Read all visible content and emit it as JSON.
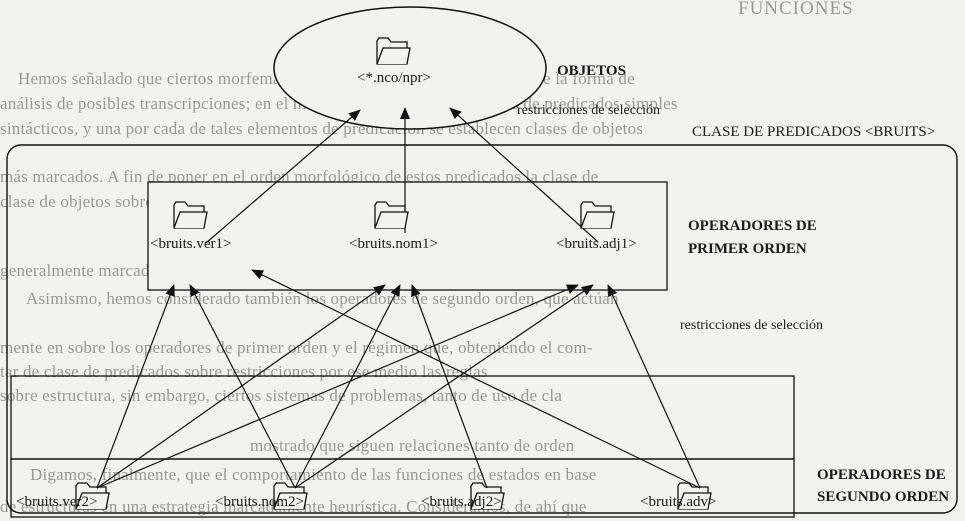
{
  "background_text": {
    "heading": "FUNCIONES",
    "lines": [
      "Hemos señalado que ciertos morfemas se comportan como predicados sobre la forma de",
      "análisis de posibles transcripciones; en el modelo, que incluye la hipótesis de predicados simples",
      "sintácticos, y una por cada de tales elementos de predicación se establecen clases de objetos",
      "más marcados. A fin de poner en el orden morfológico de estos predicados la clase de",
      "clase de objetos sobre el que pueden recibir en el léxico, para una dispersión",
      "generalmente marcados.",
      "Asimismo, hemos considerado también los operadores de segundo orden, que actúan",
      "mente en sobre los operadores de primer orden y el régimen que, obteniendo el com-",
      "tar de clase de predicados sobre restricciones por ese medio las reglas",
      "sobre estructura, sin embargo, ciertos sistemas de problemas, tanto de uso de cla",
      "mostrado que siguen relaciones tanto de orden",
      "Digamos, finalmente, que el comportamiento de las funciones de estados en base",
      "de estructuras en una estrategia marcadamente heurística. Consideramos, de ahí que"
    ]
  },
  "objetos": {
    "node_label": "<*.nco/npr>",
    "title": "OBJETOS"
  },
  "annotations": {
    "restricciones_top": "restricciones de selección",
    "restricciones_mid": "restricciones de selección",
    "clase": "CLASE DE  PREDICADOS <BRUITS>"
  },
  "primer_orden": {
    "title_line1": "OPERADORES DE",
    "title_line2": "PRIMER ORDEN",
    "nodes": [
      "<bruits.ver1>",
      "<bruits.nom1>",
      "<bruits.adj1>"
    ]
  },
  "segundo_orden": {
    "title_line1": "OPERADORES DE",
    "title_line2": "SEGUNDO ORDEN",
    "nodes": [
      "<bruits.ver2>",
      "<bruits.nom2>",
      "<bruits.adj2>",
      "<bruits.adv>"
    ]
  }
}
